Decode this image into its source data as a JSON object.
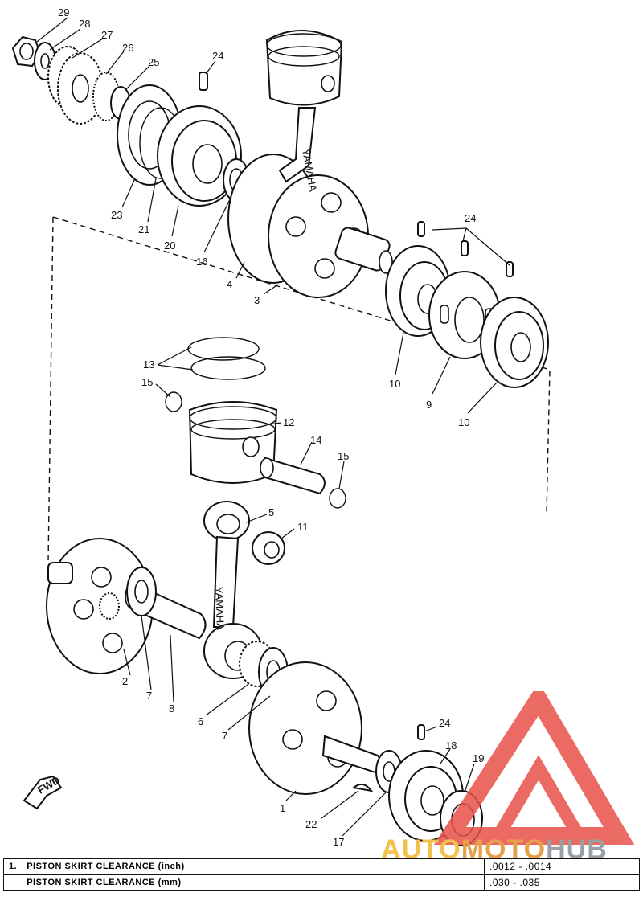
{
  "labels": {
    "l29": "29",
    "l28": "28",
    "l27": "27",
    "l26": "26",
    "l25": "25",
    "l24a": "24",
    "l23": "23",
    "l21": "21",
    "l20": "20",
    "l16": "16",
    "l4": "4",
    "l3": "3",
    "l24b": "24",
    "l10a": "10",
    "l9": "9",
    "l10b": "10",
    "l13": "13",
    "l15a": "15",
    "l12": "12",
    "l14": "14",
    "l15b": "15",
    "l5": "5",
    "l11": "11",
    "l2": "2",
    "l7a": "7",
    "l8": "8",
    "l6": "6",
    "l7b": "7",
    "l1": "1",
    "l22": "22",
    "l17": "17",
    "l24c": "24",
    "l18": "18",
    "l19": "19"
  },
  "stamps": {
    "rod": "YAMAHA",
    "fwd": "FWD"
  },
  "spec_table": {
    "rows": [
      {
        "index": "1.",
        "label": "PISTON SKIRT CLEARANCE (inch)",
        "value": ".0012 - .0014"
      },
      {
        "index": "",
        "label": "PISTON SKIRT CLEARANCE (mm)",
        "value": ".030 - .035"
      }
    ]
  },
  "watermark": {
    "part1": "AUTO",
    "part2": "MOTO",
    "part3": "HUB",
    "colors": {
      "triangle": "#e8524a",
      "auto": "#f2c14e",
      "moto": "#e9a04a",
      "hub": "#9aa0a6"
    }
  }
}
